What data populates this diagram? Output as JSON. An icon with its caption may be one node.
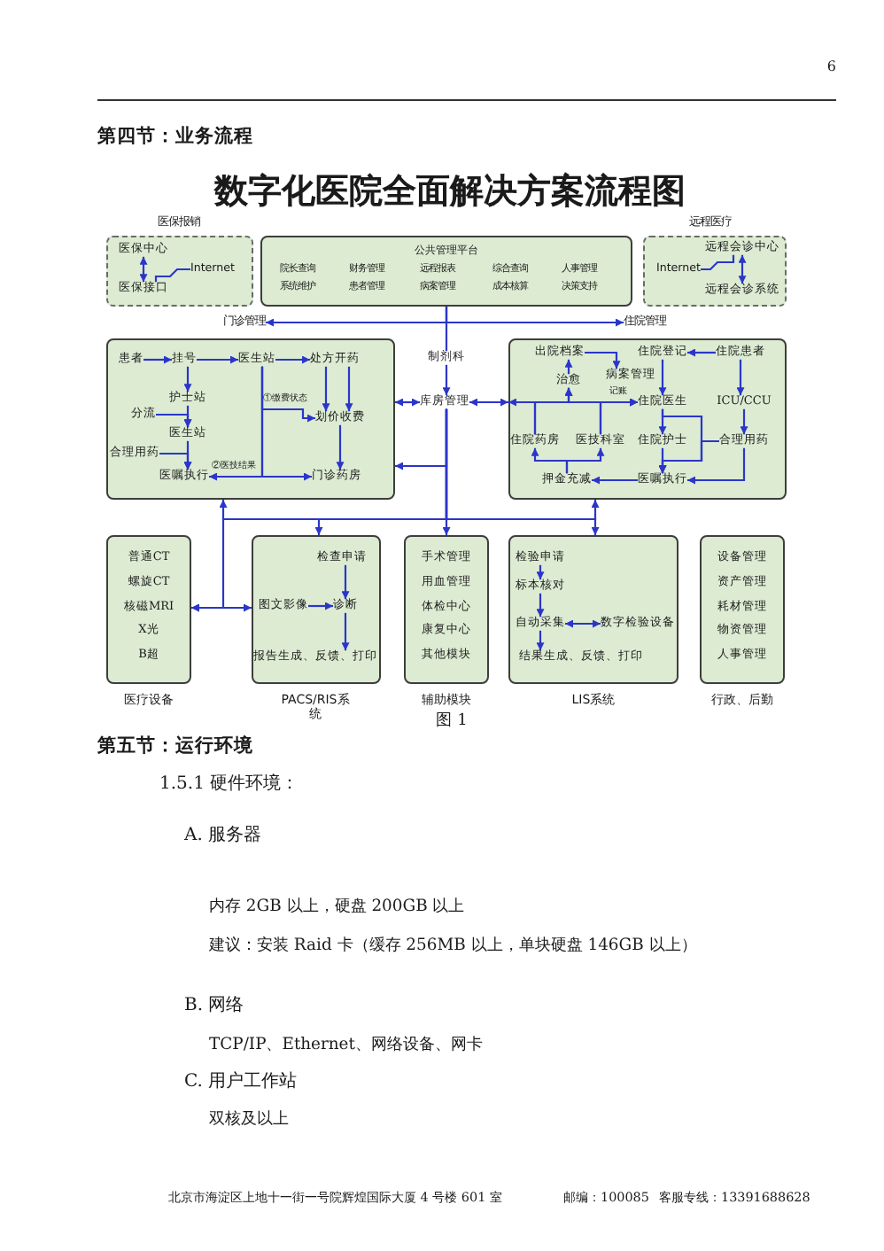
{
  "diagram": {
    "title": "数字化医院全面解决方案流程图",
    "caption": "图 1",
    "nodes": [
      {
        "text": [
          "医保报销"
        ]
      },
      {
        "text": [
          "医保中心"
        ],
        "in": 0
      },
      {
        "text": [
          "医保接口"
        ],
        "in": 0
      },
      {
        "text": [
          "Internet"
        ],
        "in": 0
      },
      {
        "text": [
          "公共管理平台",
          "院长查询",
          "财务管理",
          "远程报表",
          "综合查询",
          "人事管理",
          "系统维护",
          "患者管理",
          "病案管理",
          "成本核算",
          "决策支持"
        ]
      },
      {
        "text": [
          "远程医疗"
        ]
      },
      {
        "text": [
          "远程会诊中心"
        ],
        "in": 5
      },
      {
        "text": [
          "远程会诊系统"
        ],
        "in": 5
      },
      {
        "text": [
          "Internet"
        ],
        "in": 5
      },
      {
        "text": [
          "门诊管理"
        ]
      },
      {
        "text": [
          "住院管理"
        ]
      },
      {
        "text": [
          "制剂科"
        ]
      },
      {
        "text": [
          "库房管理"
        ]
      },
      {
        "text": [],
        "shape": "box"
      },
      {
        "text": [
          "患者"
        ],
        "in": 13
      },
      {
        "text": [
          "挂号"
        ],
        "in": 13
      },
      {
        "text": [
          "医生站"
        ],
        "in": 13
      },
      {
        "text": [
          "处方开药"
        ],
        "in": 13
      },
      {
        "text": [
          "护士站"
        ],
        "in": 13
      },
      {
        "text": [
          "分流"
        ],
        "in": 13
      },
      {
        "text": [
          "划价收费"
        ],
        "in": 13
      },
      {
        "text": [
          "医生站"
        ],
        "in": 13
      },
      {
        "text": [
          "合理用药"
        ],
        "in": 13
      },
      {
        "text": [
          "医嘱执行"
        ],
        "in": 13
      },
      {
        "text": [
          "门诊药房"
        ],
        "in": 13
      },
      {
        "text": [],
        "shape": "box"
      },
      {
        "text": [
          "出院档案"
        ],
        "in": 25
      },
      {
        "text": [
          "住院登记"
        ],
        "in": 25
      },
      {
        "text": [
          "住院患者"
        ],
        "in": 25
      },
      {
        "text": [
          "病案管理"
        ],
        "in": 25
      },
      {
        "text": [
          "治愈"
        ],
        "in": 25
      },
      {
        "text": [
          "住院医生"
        ],
        "in": 25
      },
      {
        "text": [
          "ICU/CCU"
        ],
        "in": 25
      },
      {
        "text": [
          "住院药房"
        ],
        "in": 25
      },
      {
        "text": [
          "医技科室"
        ],
        "in": 25
      },
      {
        "text": [
          "住院护士"
        ],
        "in": 25
      },
      {
        "text": [
          "合理用药"
        ],
        "in": 25
      },
      {
        "text": [
          "押金充减"
        ],
        "in": 25
      },
      {
        "text": [
          "医嘱执行"
        ],
        "in": 25
      },
      {
        "text": [
          "普通CT",
          "螺旋CT",
          "核磁MRI",
          "X光",
          "B超",
          "医疗设备"
        ]
      },
      {
        "text": [
          "PACS/RIS系统"
        ]
      },
      {
        "text": [
          "检查申请"
        ],
        "in": 40
      },
      {
        "text": [
          "图文影像"
        ],
        "in": 40
      },
      {
        "text": [
          "诊断"
        ],
        "in": 40
      },
      {
        "text": [
          "报告生成、反馈、打印"
        ],
        "in": 40
      },
      {
        "text": [
          "手术管理",
          "用血管理",
          "体检中心",
          "康复中心",
          "其他模块",
          "辅助模块"
        ]
      },
      {
        "text": [
          "LIS系统"
        ]
      },
      {
        "text": [
          "检验申请"
        ],
        "in": 46
      },
      {
        "text": [
          "标本核对"
        ],
        "in": 46
      },
      {
        "text": [
          "自动采集"
        ],
        "in": 46
      },
      {
        "text": [
          "数字检验设备"
        ],
        "in": 46
      },
      {
        "text": [
          "结果生成、反馈、打印"
        ],
        "in": 46
      },
      {
        "text": [
          "设备管理",
          "资产管理",
          "耗材管理",
          "物资管理",
          "人事管理",
          "行政、后勤"
        ]
      }
    ],
    "edges": [
      {
        "from": 1,
        "to": 2,
        "arrow": "both"
      },
      {
        "from": 3,
        "to": 2,
        "arrow": "none"
      },
      {
        "from": 6,
        "to": 7,
        "arrow": "both"
      },
      {
        "from": 8,
        "to": 6,
        "arrow": "none"
      },
      {
        "from": 4,
        "to": 9,
        "arrow": "to"
      },
      {
        "from": 4,
        "to": 10,
        "arrow": "to"
      },
      {
        "from": 4,
        "to": 11,
        "arrow": "none"
      },
      {
        "from": 11,
        "to": 12,
        "arrow": "to"
      },
      {
        "from": 12,
        "to": 13,
        "arrow": "both"
      },
      {
        "from": 12,
        "to": 25,
        "arrow": "both"
      },
      {
        "from": 12,
        "to": 13,
        "arrow": "to"
      },
      {
        "from": 12,
        "to": 13,
        "arrow": "to"
      },
      {
        "from": 12,
        "to": 25,
        "arrow": "to"
      },
      {
        "from": 12,
        "to": 40,
        "arrow": "to"
      },
      {
        "from": 12,
        "to": 45,
        "arrow": "to"
      },
      {
        "from": 12,
        "to": 46,
        "arrow": "to"
      },
      {
        "from": 39,
        "to": 40,
        "arrow": "both"
      },
      {
        "from": 12,
        "to": 39,
        "arrow": "to"
      },
      {
        "from": 14,
        "to": 15,
        "arrow": "to"
      },
      {
        "from": 15,
        "to": 16,
        "arrow": "to"
      },
      {
        "from": 16,
        "to": 17,
        "arrow": "to"
      },
      {
        "from": 15,
        "to": 18,
        "arrow": "to"
      },
      {
        "from": 18,
        "to": 21,
        "arrow": "to"
      },
      {
        "from": 19,
        "to": 21,
        "arrow": "to"
      },
      {
        "from": 21,
        "to": 23,
        "arrow": "to"
      },
      {
        "from": 22,
        "to": 23,
        "arrow": "to"
      },
      {
        "from": 17,
        "to": 20,
        "arrow": "to"
      },
      {
        "from": 17,
        "to": 20,
        "arrow": "to"
      },
      {
        "from": 20,
        "to": 24,
        "arrow": "to"
      },
      {
        "from": 16,
        "to": 20,
        "arrow": "to",
        "label": "①缴费状态"
      },
      {
        "from": 16,
        "to": 23,
        "arrow": "to",
        "label": "②医技结果"
      },
      {
        "from": 16,
        "to": 24,
        "arrow": "to"
      },
      {
        "from": 28,
        "to": 27,
        "arrow": "to"
      },
      {
        "from": 28,
        "to": 32,
        "arrow": "to"
      },
      {
        "from": 27,
        "to": 31,
        "arrow": "to"
      },
      {
        "from": 31,
        "to": 35,
        "arrow": "to"
      },
      {
        "from": 35,
        "to": 38,
        "arrow": "to"
      },
      {
        "from": 31,
        "to": 38,
        "arrow": "to"
      },
      {
        "from": 36,
        "to": 38,
        "arrow": "to"
      },
      {
        "from": 32,
        "to": 36,
        "arrow": "to"
      },
      {
        "from": 36,
        "to": 38,
        "arrow": "to"
      },
      {
        "from": 38,
        "to": 37,
        "arrow": "to"
      },
      {
        "from": 26,
        "to": 29,
        "arrow": "to"
      },
      {
        "from": 30,
        "to": 26,
        "arrow": "to"
      },
      {
        "from": 33,
        "to": 31,
        "arrow": "to"
      },
      {
        "from": 34,
        "to": 31,
        "arrow": "to"
      },
      {
        "from": 31,
        "to": 25,
        "arrow": "both",
        "label": "记账"
      },
      {
        "from": 33,
        "to": 30,
        "arrow": "to"
      },
      {
        "from": 34,
        "to": 30,
        "arrow": "to"
      },
      {
        "from": 37,
        "to": 33,
        "arrow": "to"
      },
      {
        "from": 37,
        "to": 34,
        "arrow": "to"
      },
      {
        "from": 41,
        "to": 43,
        "arrow": "to"
      },
      {
        "from": 42,
        "to": 43,
        "arrow": "to"
      },
      {
        "from": 43,
        "to": 44,
        "arrow": "to"
      },
      {
        "from": 47,
        "to": 48,
        "arrow": "to"
      },
      {
        "from": 48,
        "to": 49,
        "arrow": "to"
      },
      {
        "from": 49,
        "to": 50,
        "arrow": "both"
      },
      {
        "from": 49,
        "to": 51,
        "arrow": "to"
      }
    ],
    "labels": [
      "6",
      "第四节：业务流程",
      "第五节：运行环境",
      "1.5.1 硬件环境：",
      "A. 服务器",
      "内存 2GB 以上，硬盘 200GB 以上",
      "建议：安装 Raid 卡（缓存 256MB 以上，单块硬盘 146GB 以上）",
      "B. 网络",
      "TCP/IP、Ethernet、网络设备、网卡",
      "C. 用户工作站",
      "双核及以上",
      "北京市海淀区上地十一街一号院辉煌国际大厦 4 号楼 601 室",
      "邮编：100085",
      "客服专线：13391688628"
    ]
  }
}
